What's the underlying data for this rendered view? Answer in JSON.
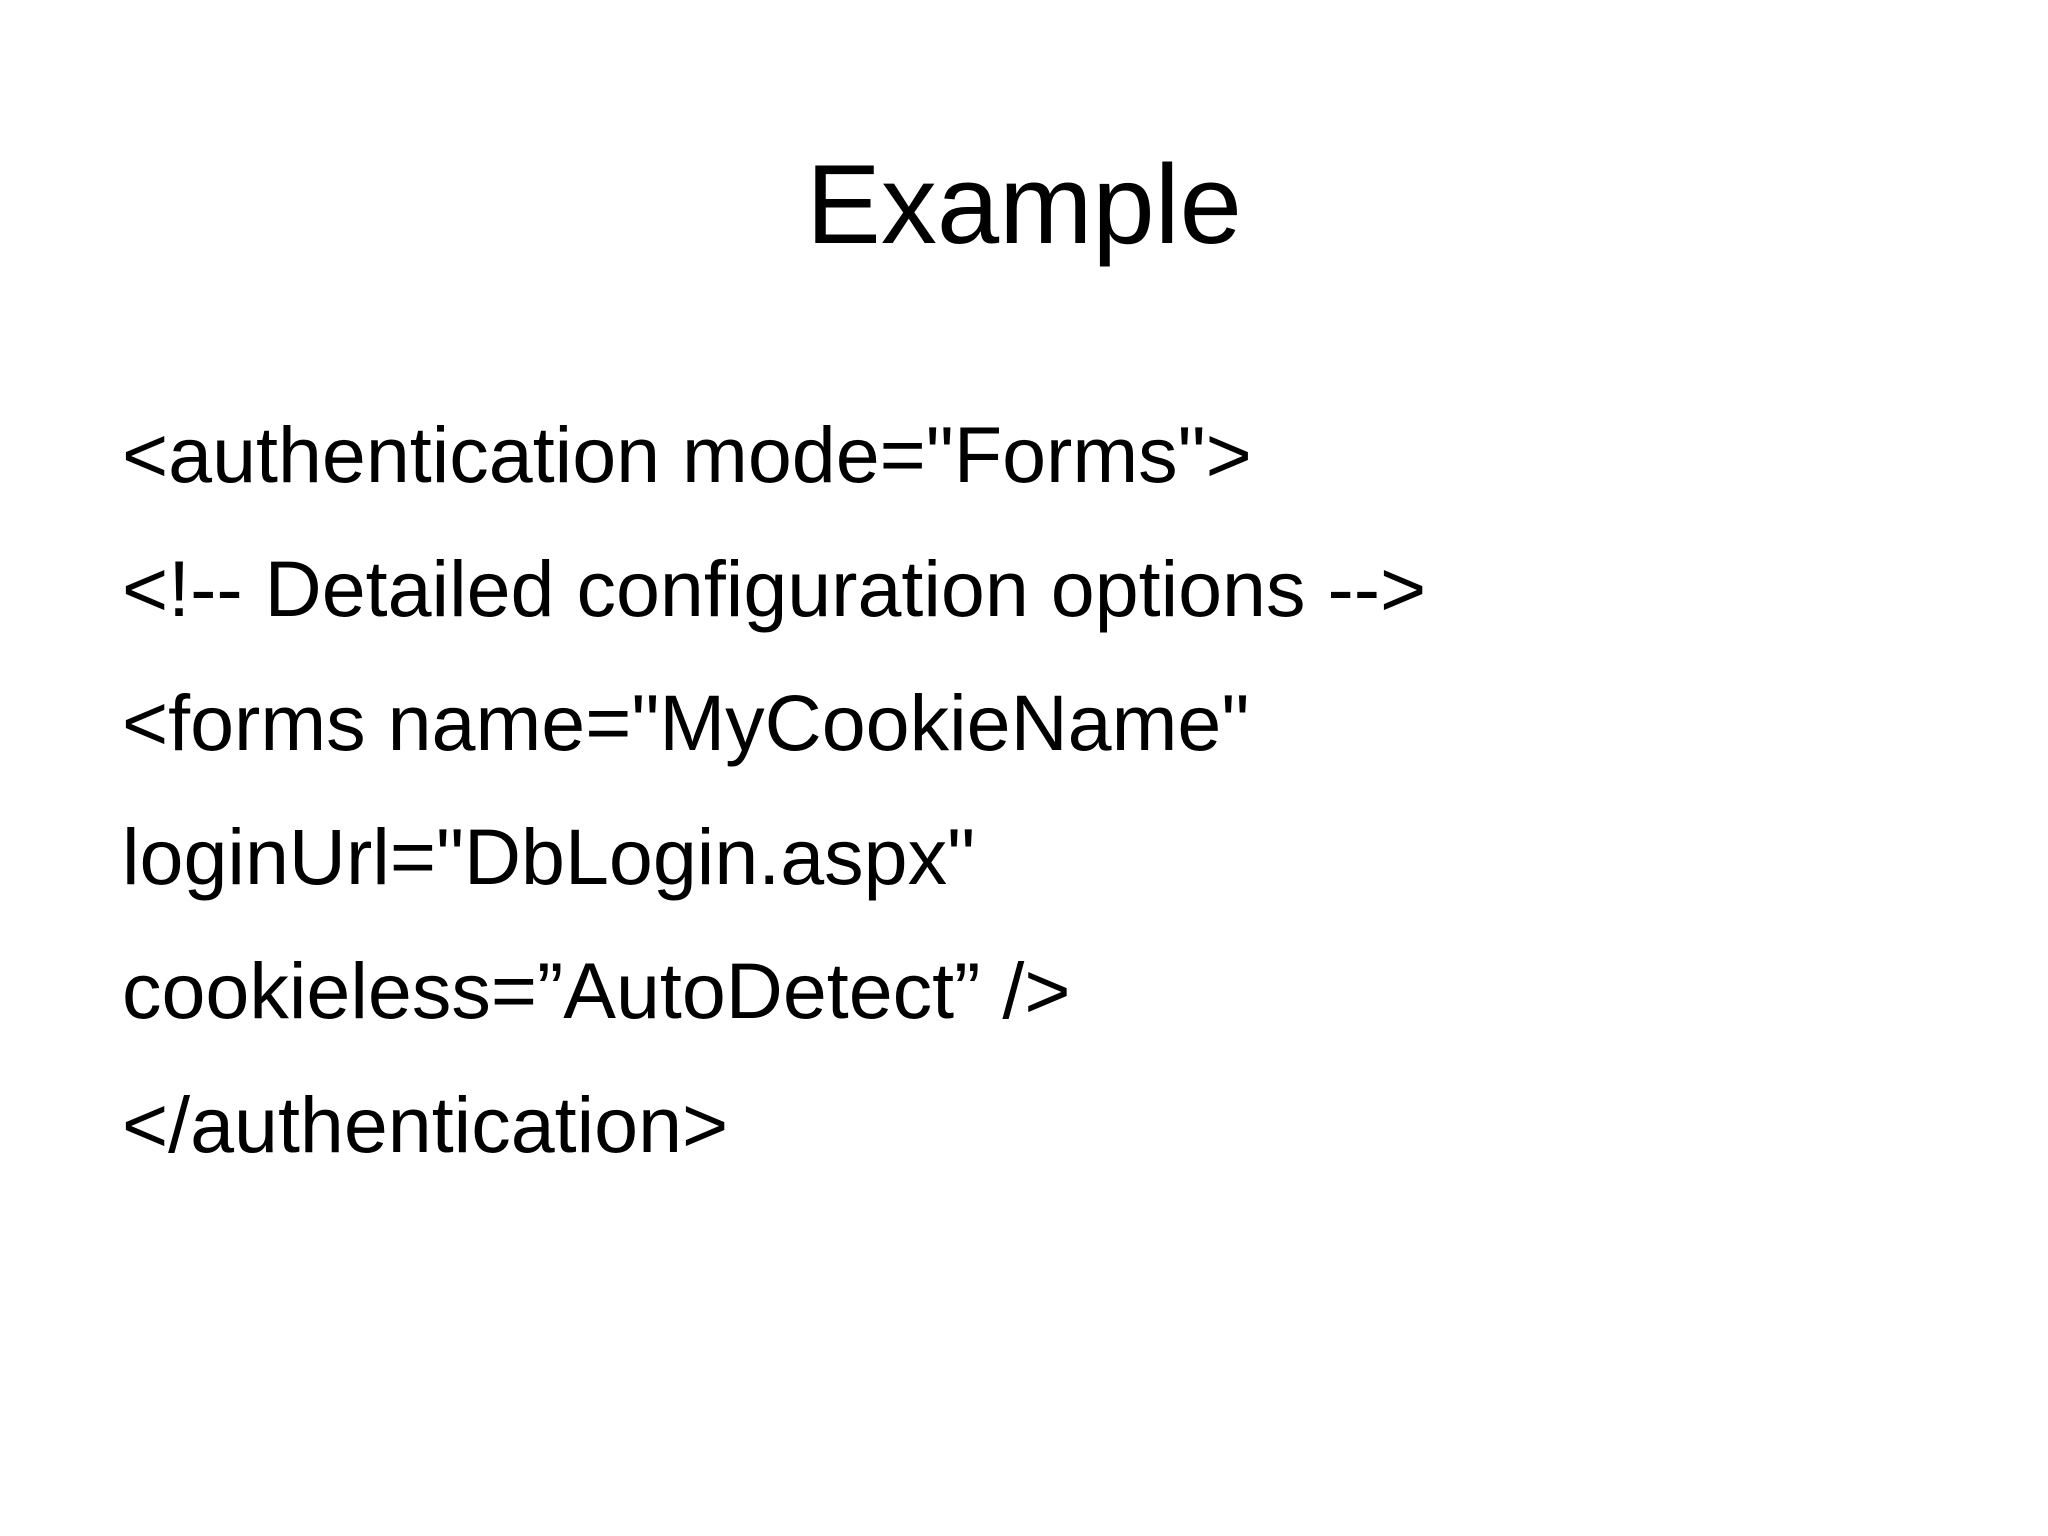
{
  "slide": {
    "title": "Example",
    "lines": [
      "<authentication mode=\"Forms\">",
      "<!-- Detailed configuration options -->",
      "<forms name=\"MyCookieName\"",
      "loginUrl=\"DbLogin.aspx\"",
      "cookieless=”AutoDetect” />",
      "</authentication>"
    ]
  }
}
